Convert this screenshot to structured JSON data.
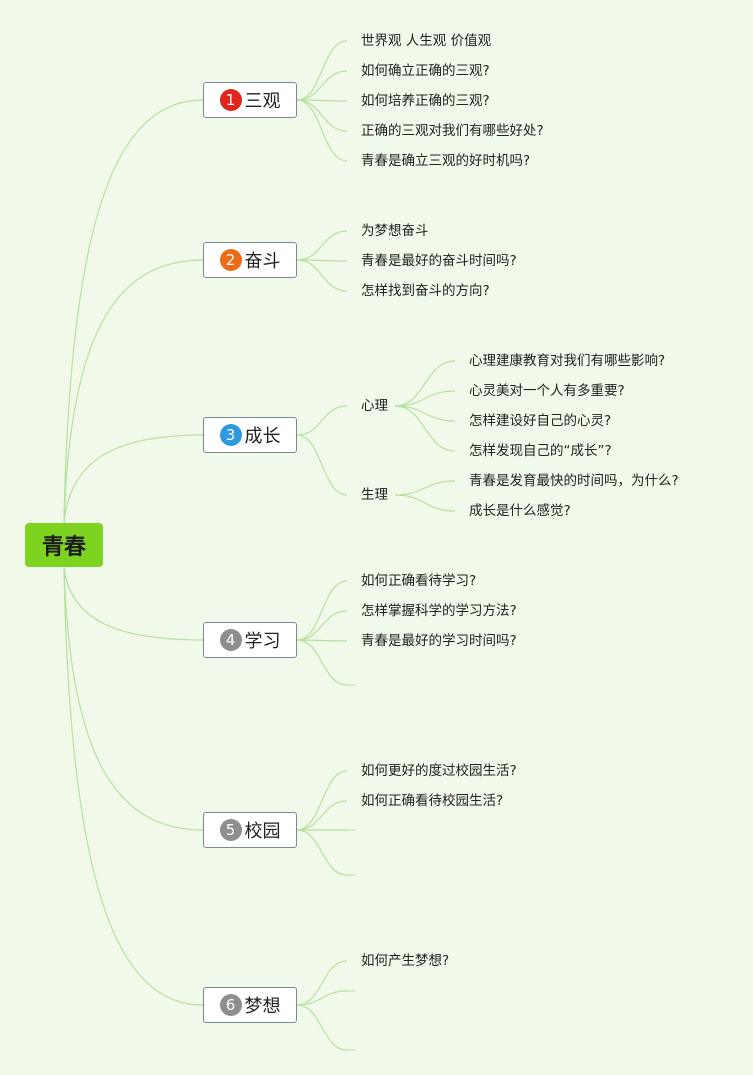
{
  "root": {
    "label": "青春"
  },
  "colors": {
    "background": "#f1f9ea",
    "root_fill": "#7ed321",
    "link": "#b7e0a0",
    "topic_border": "#7a8a93"
  },
  "topics": [
    {
      "label": "三观",
      "number": "1",
      "badge_color": "#e0261b",
      "items": [
        "世界观 人生观 价值观",
        "如何确立正确的三观?",
        "如何培养正确的三观?",
        "正确的三观对我们有哪些好处?",
        "青春是确立三观的好时机吗?"
      ]
    },
    {
      "label": "奋斗",
      "number": "2",
      "badge_color": "#ec6b17",
      "items": [
        "为梦想奋斗",
        "青春是最好的奋斗时间吗?",
        "怎样找到奋斗的方向?"
      ]
    },
    {
      "label": "成长",
      "number": "3",
      "badge_color": "#2d9ae0",
      "groups": [
        {
          "label": "心理",
          "items": [
            "心理建康教育对我们有哪些影响?",
            "心灵美对一个人有多重要?",
            "怎样建设好自己的心灵?",
            "怎样发现自己的“成长”?"
          ]
        },
        {
          "label": "生理",
          "items": [
            "青春是发育最快的时间吗，为什么?",
            "成长是什么感觉?"
          ]
        }
      ]
    },
    {
      "label": "学习",
      "number": "4",
      "badge_color": "#8e8e8e",
      "items": [
        "如何正确看待学习?",
        "怎样掌握科学的学习方法?",
        "青春是最好的学习时间吗?",
        ""
      ]
    },
    {
      "label": "校园",
      "number": "5",
      "badge_color": "#8e8e8e",
      "items": [
        "如何更好的度过校园生活?",
        "如何正确看待校园生活?",
        "",
        ""
      ]
    },
    {
      "label": "梦想",
      "number": "6",
      "badge_color": "#8e8e8e",
      "items": [
        "如何产生梦想?",
        "",
        ""
      ]
    }
  ]
}
